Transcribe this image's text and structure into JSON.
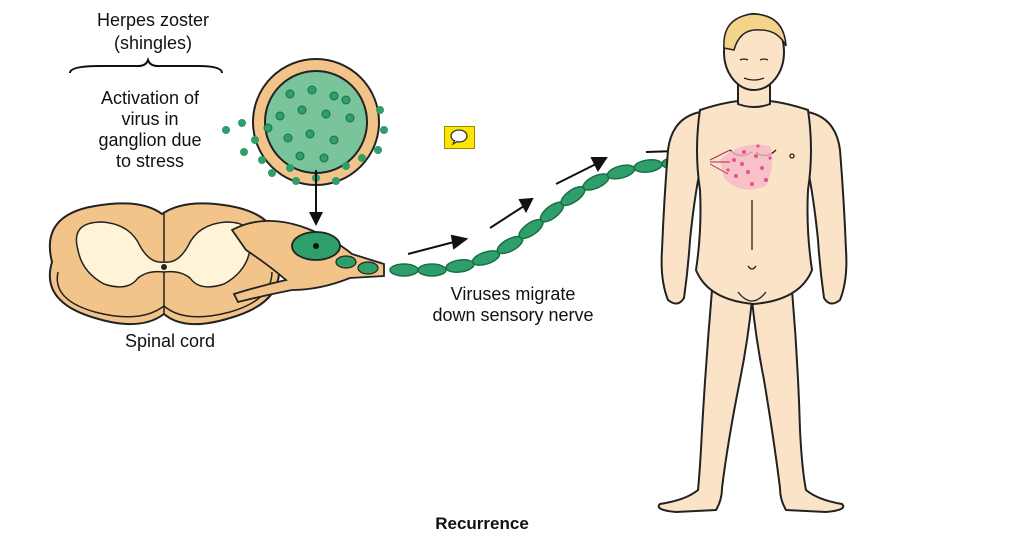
{
  "labels": {
    "title_line1": "Herpes zoster",
    "title_line2": "(shingles)",
    "activation_lines": [
      "Activation of",
      "virus in",
      "ganglion due",
      "to stress"
    ],
    "spinal_cord": "Spinal cord",
    "migrate_lines": [
      "Viruses migrate",
      "down sensory nerve"
    ],
    "caption": "Recurrence"
  },
  "icons": {
    "note": "comment-note-icon"
  },
  "colors": {
    "virus_green": "#2e9e6a",
    "nerve_tan": "#f2c489",
    "skin": "#fbe3c8",
    "rash": "#e7518a",
    "note_yellow": "#ffe600"
  }
}
